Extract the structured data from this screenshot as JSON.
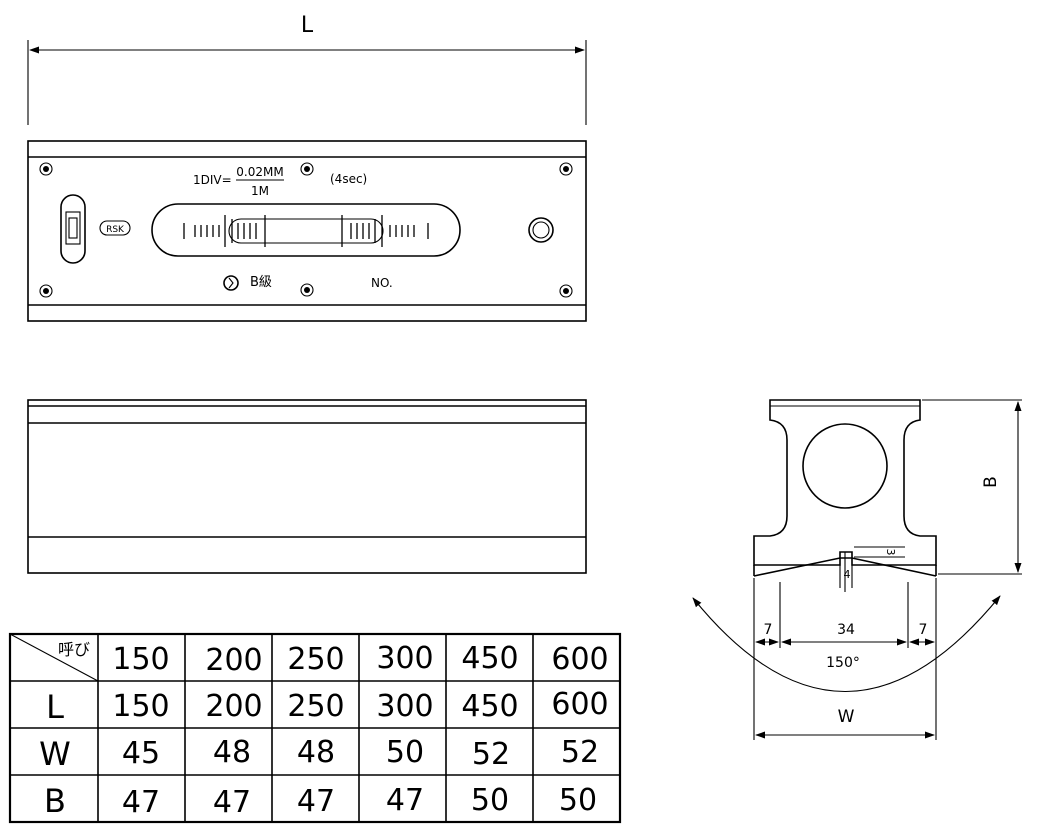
{
  "top_view": {
    "dim_label": "L",
    "sensitivity_prefix": "1DIV=",
    "sensitivity_numerator": "0.02MM",
    "sensitivity_denominator": "1M",
    "seconds_label": "(4sec)",
    "brand_badge": "RSK",
    "grade_label": "B級",
    "number_label": "NO."
  },
  "side_view": {
    "dim_b": "B",
    "dim_w": "W",
    "dim_angle": "150°",
    "dim_34": "34",
    "dim_7_left": "7",
    "dim_7_right": "7",
    "dim_3": "3",
    "dim_4": "4"
  },
  "table": {
    "corner_label": "呼び",
    "header": [
      "150",
      "200",
      "250",
      "300",
      "450",
      "600"
    ],
    "rows": [
      {
        "label": "L",
        "values": [
          "150",
          "200",
          "250",
          "300",
          "450",
          "600"
        ]
      },
      {
        "label": "W",
        "values": [
          "45",
          "48",
          "48",
          "50",
          "52",
          "52"
        ]
      },
      {
        "label": "B",
        "values": [
          "47",
          "47",
          "47",
          "47",
          "50",
          "50"
        ]
      }
    ]
  }
}
